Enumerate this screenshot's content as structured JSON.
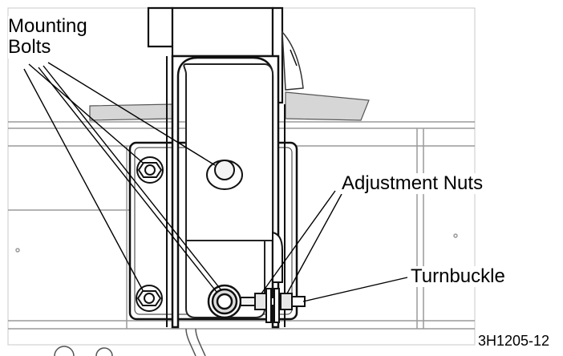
{
  "labels": {
    "mounting_bolts": "Mounting\nBolts",
    "adjustment_nuts": "Adjustment Nuts",
    "turnbuckle": "Turnbuckle",
    "figure_code": "3H1205-12"
  },
  "colors": {
    "line": "#000000",
    "frame": "#444444",
    "light": "#9a9a9a",
    "background": "#ffffff",
    "shadow": "#dcdcdc"
  }
}
